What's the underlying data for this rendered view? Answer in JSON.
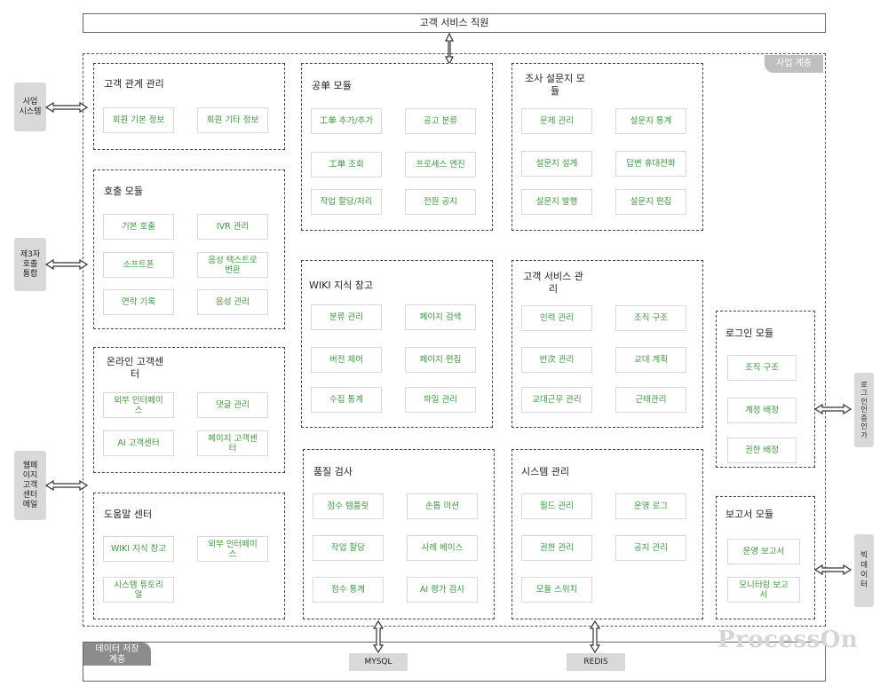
{
  "top_bar": "고객 서비스 직원",
  "business_layer": "사업 계층",
  "data_layer": "데이터 저장\n계층",
  "databases": [
    "MYSQL",
    "REDIS"
  ],
  "watermark": "ProcessOn",
  "left_systems": [
    "사업\n시스템",
    "제3자\n호출\n통합",
    "웹페\n이지\n고객\n센터\n메일"
  ],
  "right_systems": [
    "로\n그\n인\n인\n증\n인\n가",
    "빅\n데\n이\n터"
  ],
  "sections": {
    "crm": {
      "title": "고객 관계 관리",
      "items": [
        "회원 기본 정보",
        "회원 기타 정보"
      ]
    },
    "call": {
      "title": "호출 모듈",
      "items": [
        "기본 호출",
        "IVR 관리",
        "소프트폰",
        "음성 텍스트로\n변환",
        "연락 기록",
        "음성 관리"
      ]
    },
    "online": {
      "title": "온라인 고객센\n터",
      "items": [
        "외부 인터페이\n스",
        "댓글 관리",
        "AI 고객센터",
        "페이지 고객센\n터"
      ]
    },
    "help": {
      "title": "도움말 센터",
      "items": [
        "WIKI 지식 창고",
        "외부 인터페이\n스",
        "시스템 튜토리\n얼"
      ]
    },
    "ticket": {
      "title": "공单 모듈",
      "items": [
        "工单 추가/추가",
        "공고 분류",
        "工单 조회",
        "프로세스 엔진",
        "작업 할당/처리",
        "전원 공지"
      ]
    },
    "wiki": {
      "title": "WIKI 지식 창고",
      "items": [
        "분류 관리",
        "페이지 검색",
        "버전 제어",
        "페이지 편집",
        "수집 통계",
        "파일 관리"
      ]
    },
    "quality": {
      "title": "품질 검사",
      "items": [
        "점수 템플릿",
        "손톱 미션",
        "작업 할당",
        "사례 베이스",
        "점수 통계",
        "AI 평가 검사"
      ]
    },
    "survey": {
      "title": "조사 설문지 모\n듈",
      "items": [
        "문제 관리",
        "설문지 통계",
        "설문지 설계",
        "답변 휴대전화",
        "설문지 발행",
        "설문지 편집"
      ]
    },
    "cs_mgmt": {
      "title": "고객 서비스 관\n리",
      "items": [
        "인력 관리",
        "조직 구조",
        "반次 관리",
        "교대 계획",
        "교대근무 관리",
        "근태관리"
      ]
    },
    "sys_mgmt": {
      "title": "시스템 관리",
      "items": [
        "필드 관리",
        "운영 로그",
        "권한 관리",
        "공지 관리",
        "모듈 스위치"
      ]
    },
    "login": {
      "title": "로그인 모듈",
      "items": [
        "조직 구조",
        "계정 배정",
        "권한 배정"
      ]
    },
    "report": {
      "title": "보고서 모듈",
      "items": [
        "운영 보고서",
        "모니터링 보고\n서"
      ]
    }
  }
}
